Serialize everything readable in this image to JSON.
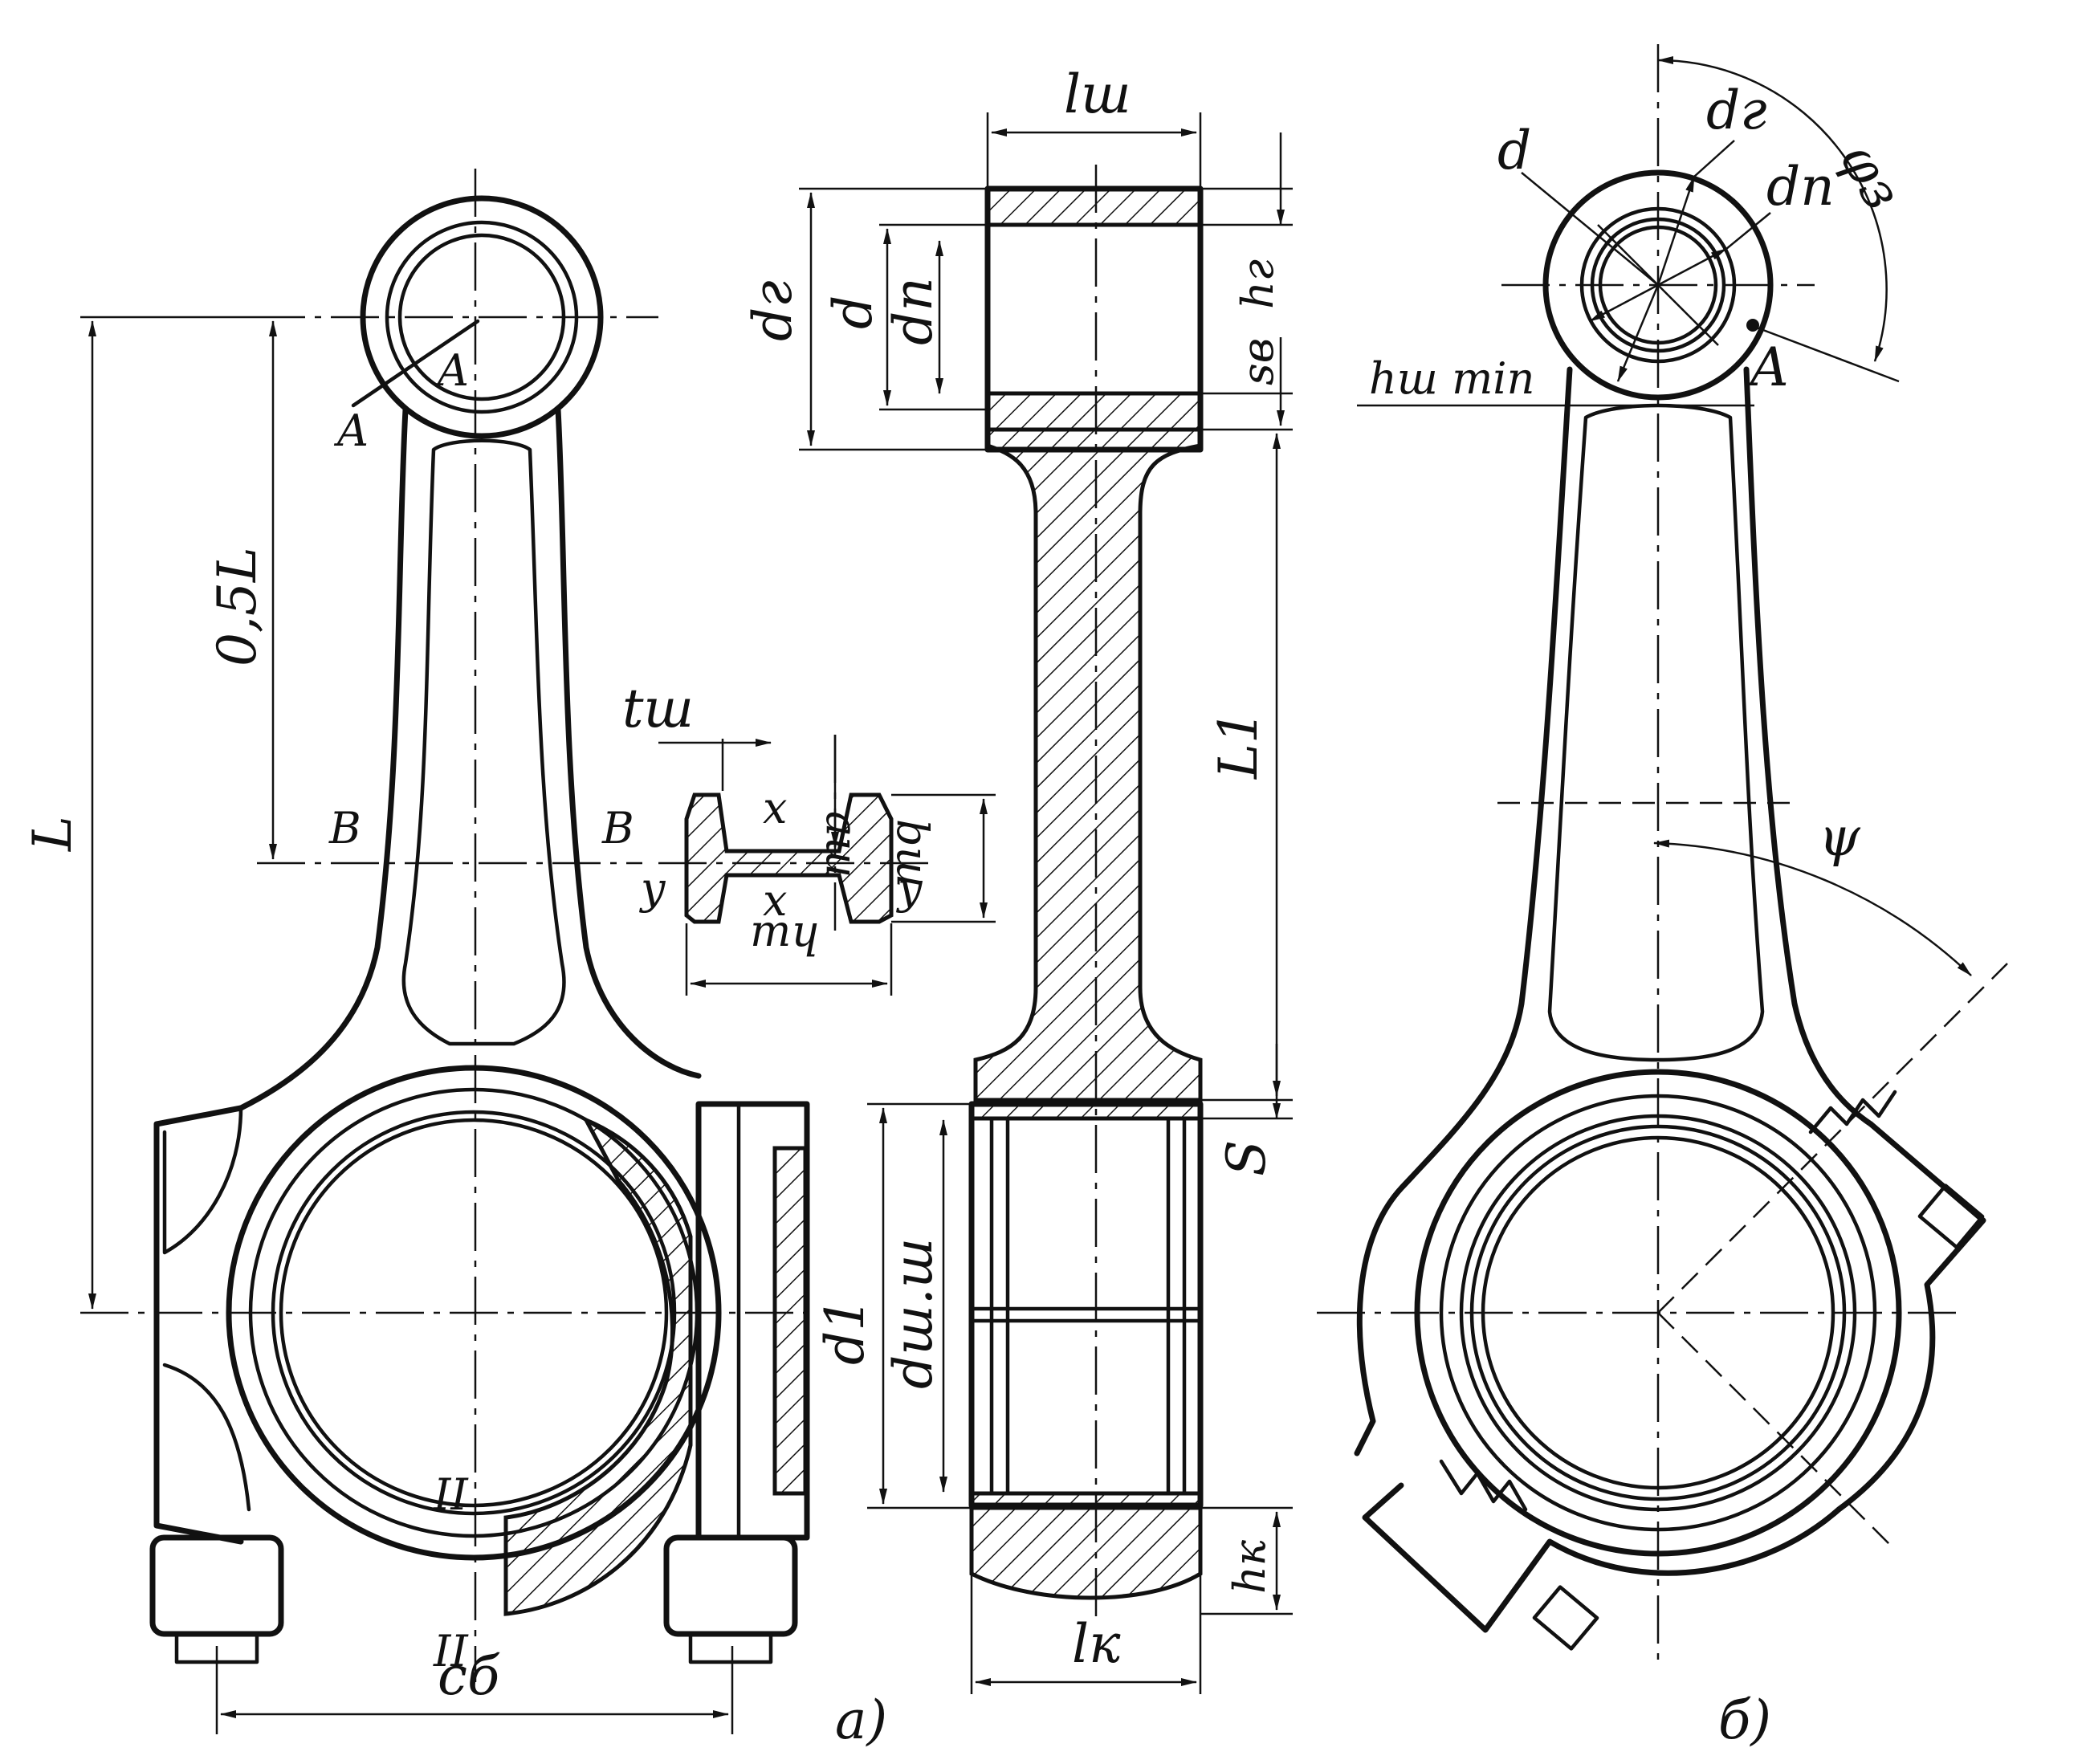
{
  "labels": {
    "L": "L",
    "half_L": "0,5L",
    "A": "A",
    "B": "B",
    "y": "y",
    "x": "x",
    "t_sh": "tш",
    "a_sh": "aш",
    "b_sh": "bш",
    "h_sh": "hш",
    "c_b": "cб",
    "roman_II": "II",
    "l_sh": "lш",
    "d_g": "dг",
    "d": "d",
    "d_p": "dп",
    "h_g": "hг",
    "s_v": "sв",
    "L1": "L1",
    "S": "S",
    "d1": "d1",
    "d_sh_sh": "dш.ш",
    "h_k": "hк",
    "l_k": "lк",
    "d_g_b": "dг",
    "d_p_b": "dп",
    "d_b": "d",
    "phi_z": "φз",
    "A_b": "A",
    "h_sh_min": "hш min",
    "psi": "ψ",
    "caption_a": "а)",
    "caption_b": "б)"
  }
}
